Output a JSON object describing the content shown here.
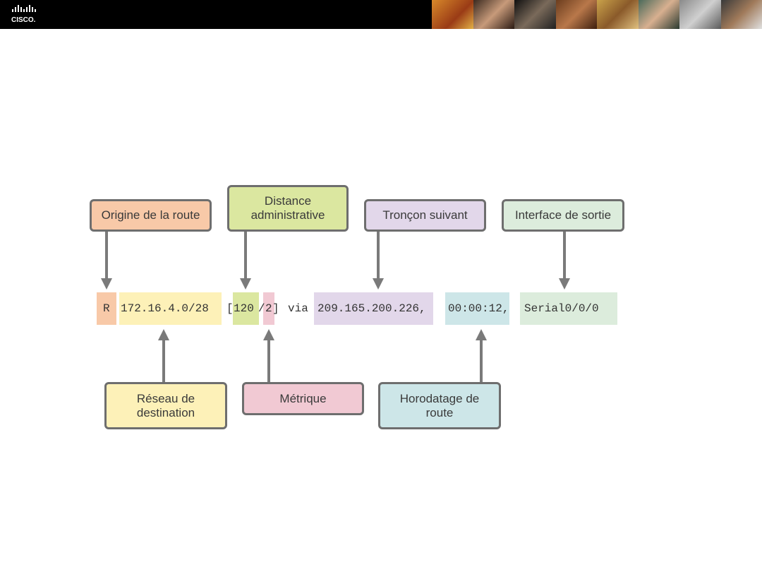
{
  "header": {
    "brand": "cisco",
    "logo_text": "CISCO."
  },
  "labels_top": {
    "origin": "Origine de la route",
    "admin_distance_line1": "Distance",
    "admin_distance_line2": "administrative",
    "next_hop": "Tronçon suivant",
    "exit_interface": "Interface de sortie"
  },
  "labels_bottom": {
    "dest_network_line1": "Réseau de",
    "dest_network_line2": "destination",
    "metric": "Métrique",
    "timestamp_line1": "Horodatage de",
    "timestamp_line2": "route"
  },
  "route_entry": {
    "code": "R",
    "network": "172.16.4.0/28",
    "bracket_open": "[",
    "admin_distance": "120",
    "slash": "/",
    "metric": "2",
    "bracket_close": "]",
    "via": "via",
    "next_hop": "209.165.200.226,",
    "timestamp": "00:00:12,",
    "interface": "Serial0/0/0"
  },
  "colors": {
    "origin": "#f8c9a8",
    "network": "#fdf1b8",
    "admin": "#dbe7a0",
    "metric": "#f1c9d3",
    "next_hop": "#e2d7ea",
    "timestamp": "#cde6e8",
    "interface": "#dcecdc",
    "arrow": "#7a7a7a"
  }
}
